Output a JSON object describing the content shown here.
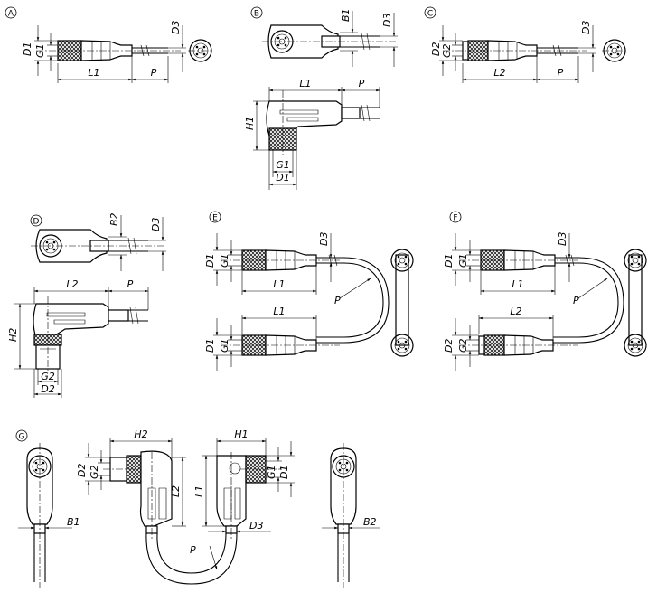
{
  "views": {
    "A": {
      "label": "A",
      "dims": [
        "D1",
        "G1",
        "L1",
        "P",
        "D3"
      ]
    },
    "B": {
      "label": "B",
      "dims": [
        "B1",
        "D3",
        "L1",
        "P",
        "H1",
        "G1",
        "D1"
      ]
    },
    "C": {
      "label": "C",
      "dims": [
        "D2",
        "G2",
        "L2",
        "P",
        "D3"
      ]
    },
    "D": {
      "label": "D",
      "dims": [
        "B2",
        "D3",
        "L2",
        "P",
        "H2",
        "G2",
        "D2"
      ]
    },
    "E": {
      "label": "E",
      "dims": [
        "D1",
        "G1",
        "D3",
        "L1",
        "P",
        "L1",
        "D1",
        "G1"
      ]
    },
    "F": {
      "label": "F",
      "dims": [
        "D1",
        "G1",
        "D3",
        "L1",
        "P",
        "L2",
        "D2",
        "G2"
      ]
    },
    "G": {
      "label": "G",
      "dims": [
        "B1",
        "H2",
        "D2",
        "G2",
        "L2",
        "P",
        "H1",
        "G1",
        "D1",
        "L1",
        "D3",
        "B2"
      ]
    }
  },
  "colors": {
    "line": "#000000",
    "background": "#ffffff"
  }
}
